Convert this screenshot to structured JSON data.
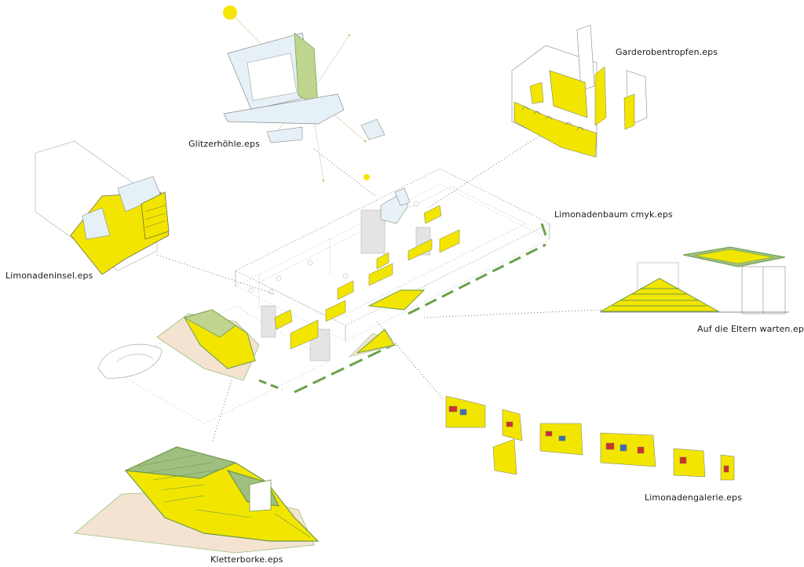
{
  "labels": {
    "glitzerhoehle": "Glitzerhöhle.eps",
    "garderobentropfen": "Garderobentropfen.eps",
    "limonadenbaum": "Limonadenbaum cmyk.eps",
    "limonadeninsel": "Limonadeninsel.eps",
    "eltern": "Auf die Eltern warten.eps",
    "kletterborke": "Kletterborke.eps",
    "limonadengalerie": "Limonadengalerie.eps"
  },
  "colors": {
    "yellow": "#f2e600",
    "green": "#7fa35a",
    "light_green": "#bfd58f",
    "light_blue": "#e6f1f7",
    "sand": "#f3e3d0",
    "line": "#6f6f6f",
    "sun": "#f5e600"
  },
  "icons": {
    "sun": "sun-icon"
  }
}
